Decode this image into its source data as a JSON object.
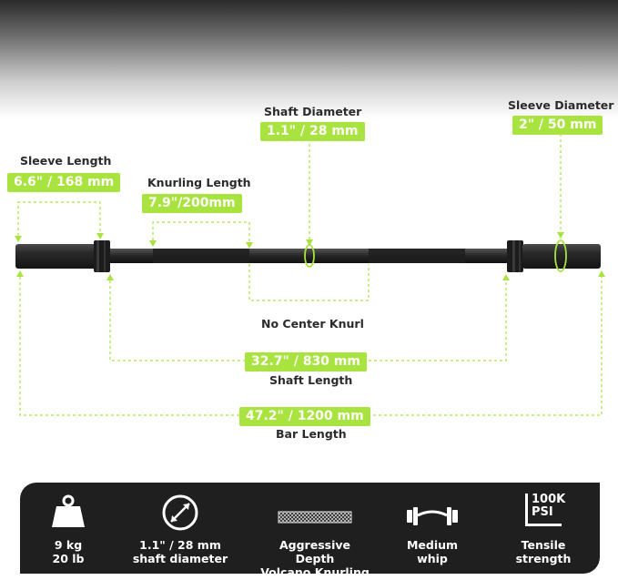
{
  "labels": {
    "sleeve_length": {
      "title": "Sleeve Length",
      "value": "6.6\" / 168 mm"
    },
    "knurling_length": {
      "title": "Knurling Length",
      "value": "7.9\"/200mm"
    },
    "shaft_diameter": {
      "title": "Shaft Diameter",
      "value": "1.1\" / 28 mm"
    },
    "sleeve_diameter": {
      "title": "Sleeve Diameter",
      "value": "2\" / 50 mm"
    },
    "no_center_knurl": {
      "title": "No Center Knurl"
    },
    "shaft_length": {
      "title": "Shaft Length",
      "value": "32.7\" / 830 mm"
    },
    "bar_length": {
      "title": "Bar Length",
      "value": "47.2\" / 1200 mm"
    }
  },
  "features": [
    {
      "icon": "weight-icon",
      "line1": "9 kg",
      "line2": "20 lb"
    },
    {
      "icon": "diameter-icon",
      "line1": "1.1\" / 28 mm",
      "line2": "shaft diameter"
    },
    {
      "icon": "knurling-icon",
      "line1": "Aggressive Depth",
      "line2": "Volcano Knurling"
    },
    {
      "icon": "whip-icon",
      "line1": "Medium",
      "line2": "whip"
    },
    {
      "icon": "psi-badge-icon",
      "badge_top": "100K",
      "badge_bottom": "PSI",
      "line1": "Tensile",
      "line2": "strength"
    }
  ],
  "colors": {
    "accent": "#a8e33f",
    "panel": "#1f1f1f",
    "bar": "#2e2e2e"
  }
}
